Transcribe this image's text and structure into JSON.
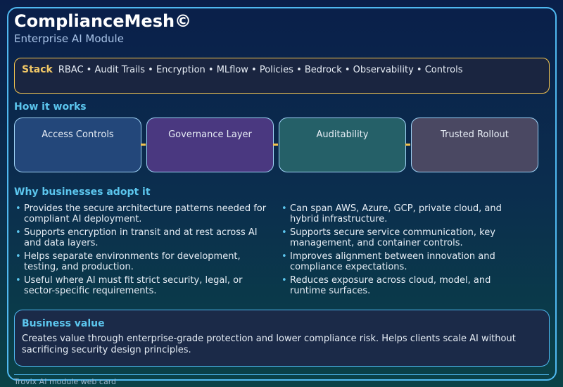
{
  "header": {
    "title": "ComplianceMesh©",
    "subtitle": "Enterprise AI Module"
  },
  "stack": {
    "label": "Stack",
    "items": "RBAC • Audit Trails • Encryption • MLflow • Policies • Bedrock • Observability • Controls"
  },
  "how": {
    "heading": "How it works",
    "steps": [
      {
        "label": "Access Controls",
        "color": "#23477a"
      },
      {
        "label": "Governance Layer",
        "color": "#4a3880"
      },
      {
        "label": "Auditability",
        "color": "#256068"
      },
      {
        "label": "Trusted Rollout",
        "color": "#4a4862"
      }
    ]
  },
  "why": {
    "heading": "Why businesses adopt it",
    "left": [
      "Provides the secure architecture patterns needed for compliant AI deployment.",
      "Supports encryption in transit and at rest across AI and data layers.",
      "Helps separate environments for development, testing, and production.",
      "Useful where AI must fit strict security, legal, or sector-specific requirements."
    ],
    "right": [
      "Can span AWS, Azure, GCP, private cloud, and hybrid infrastructure.",
      "Supports secure service communication, key management, and container controls.",
      "Improves alignment between innovation and compliance expectations.",
      "Reduces exposure across cloud, model, and runtime surfaces."
    ]
  },
  "value": {
    "heading": "Business value",
    "text": "Creates value through enterprise-grade protection and lower compliance risk. Helps clients scale AI without sacrificing security design principles."
  },
  "footer": "Trovix AI module web card",
  "colors": {
    "accent": "#5cc6ee",
    "border": "#4fb8f0",
    "stack_border": "#f2c350"
  }
}
